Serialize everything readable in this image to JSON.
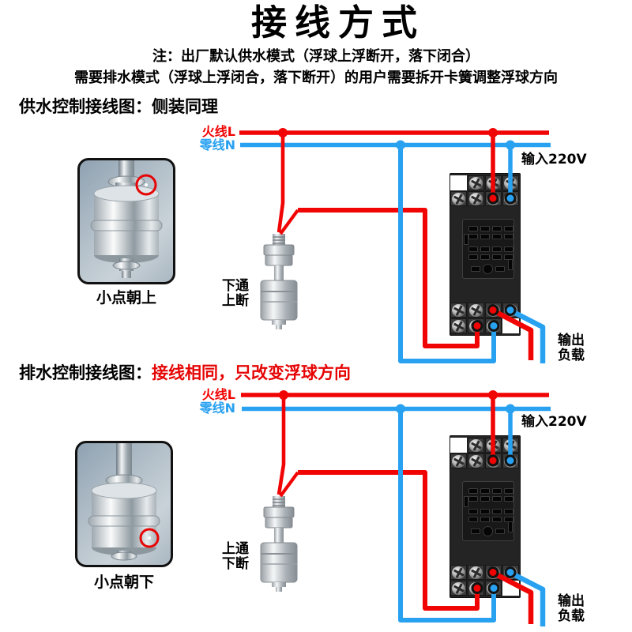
{
  "title": "接线方式",
  "notes": {
    "line1": "注：出厂默认供水模式（浮球上浮断开，落下闭合）",
    "line2": "需要排水模式（浮球上浮闭合，落下断开）的用户需要拆开卡簧调整浮球方向"
  },
  "colors": {
    "live_wire": "#f00404",
    "neutral_wire": "#29a1f1",
    "annotation_red": "#e60505"
  },
  "diagrams": [
    {
      "heading_black": "供水控制接线图：侧装同理",
      "heading_red": "",
      "live_label": "火线L",
      "neutral_label": "零线N",
      "input_label": "输入220V",
      "output_label_line1": "输出",
      "output_label_line2": "负载",
      "switch_label_line1": "下通",
      "switch_label_line2": "上断",
      "photo_caption": "小点朝上"
    },
    {
      "heading_black": "排水控制接线图：",
      "heading_red": "接线相同，只改变浮球方向",
      "live_label": "火线L",
      "neutral_label": "零线N",
      "input_label": "输入220V",
      "output_label_line1": "输出",
      "output_label_line2": "负载",
      "switch_label_line1": "上通",
      "switch_label_line2": "下断",
      "photo_caption": "小点朝下"
    }
  ]
}
